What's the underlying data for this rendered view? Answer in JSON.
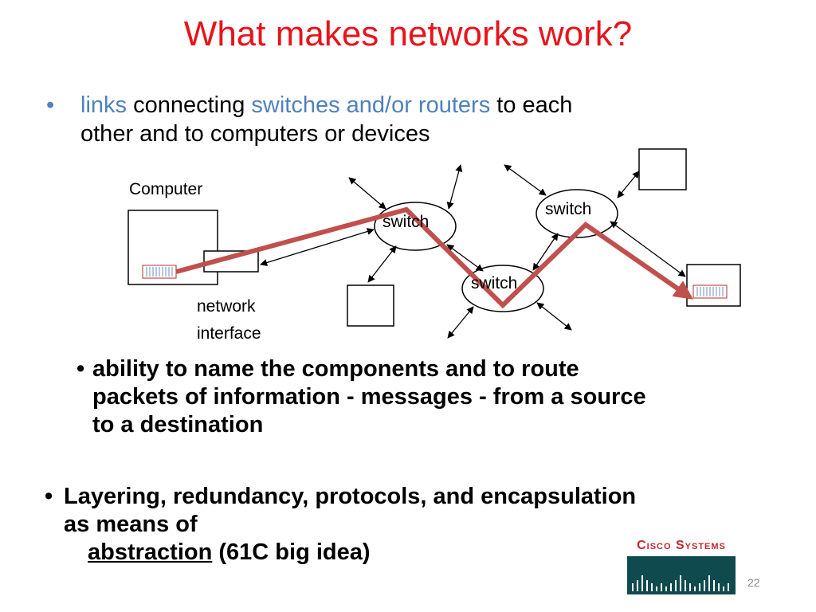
{
  "slide": {
    "title": "What makes networks work?",
    "bullet1": {
      "links": "links",
      "connecting": " connecting ",
      "switches": "switches and/or routers",
      "rest_line1": " to each",
      "line2": "other and to computers or devices"
    },
    "bullet2": {
      "line1": "ability to name the components and to route",
      "line2": "packets of information - messages - from a source",
      "line3": "to a destination"
    },
    "bullet3": {
      "line1": "Layering, redundancy, protocols, and encapsulation",
      "line2": "as means of",
      "abstraction": "abstraction",
      "rest_line3": " (61C big idea)"
    },
    "page_number": "22"
  },
  "diagram": {
    "computer_label": "Computer",
    "network_label_line1": "network",
    "network_label_line2": "interface",
    "switch_label": "switch",
    "path_color": "#c0504d"
  },
  "logo": {
    "text": "Cisco Systems",
    "color": "#c2272d"
  }
}
